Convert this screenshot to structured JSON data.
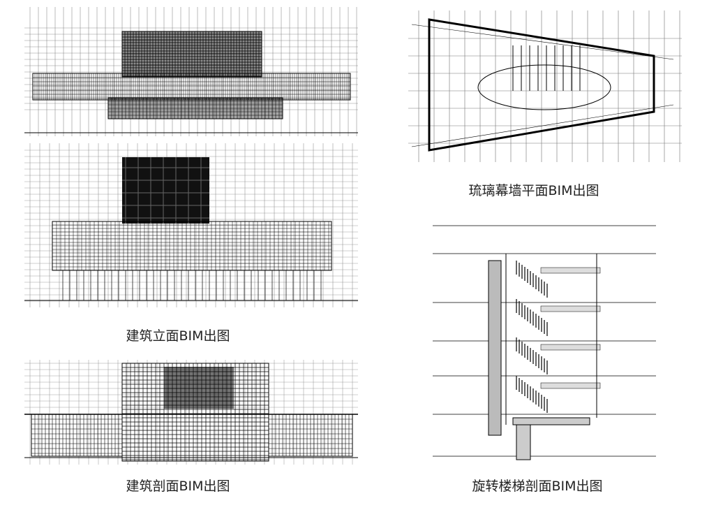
{
  "figures": [
    {
      "caption": "建筑立面BIM出图"
    },
    {
      "caption": "建筑剖面BIM出图"
    },
    {
      "caption": "琉璃幕墙平面BIM出图"
    },
    {
      "caption": "旋转楼梯剖面BIM出图"
    }
  ],
  "colors": {
    "line": "#000000",
    "background": "#ffffff"
  }
}
